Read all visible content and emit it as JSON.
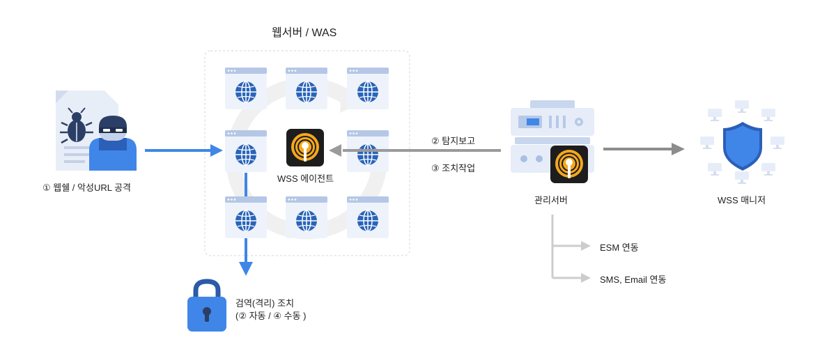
{
  "was_title": "웹서버 / WAS",
  "attacker": {
    "label": "① 웹쉘 / 악성URL 공격",
    "icon": "hacker-icon"
  },
  "agent": {
    "label": "WSS 에이전트",
    "icon": "wss-agent-logo"
  },
  "report_label": "② 탐지보고",
  "action_label": "③ 조치작업",
  "management_server": {
    "label": "관리서버",
    "icon": "server-icon"
  },
  "manager": {
    "label": "WSS 매니저",
    "icon": "shield-icon"
  },
  "integrations": [
    {
      "label": "ESM 연동"
    },
    {
      "label": "SMS, Email 연동"
    }
  ],
  "quarantine": {
    "line1": "검역(격리) 조치",
    "line2": "(② 자동 / ④ 수동 )",
    "icon": "lock-icon"
  },
  "colors": {
    "accent_blue": "#3f86e8",
    "frame_blue": "#b5c7e6",
    "globe_blue": "#2a64b8",
    "arrow_gray": "#9a9a9a",
    "light_gray": "#cccccc",
    "agent_orange": "#f5a81c"
  }
}
